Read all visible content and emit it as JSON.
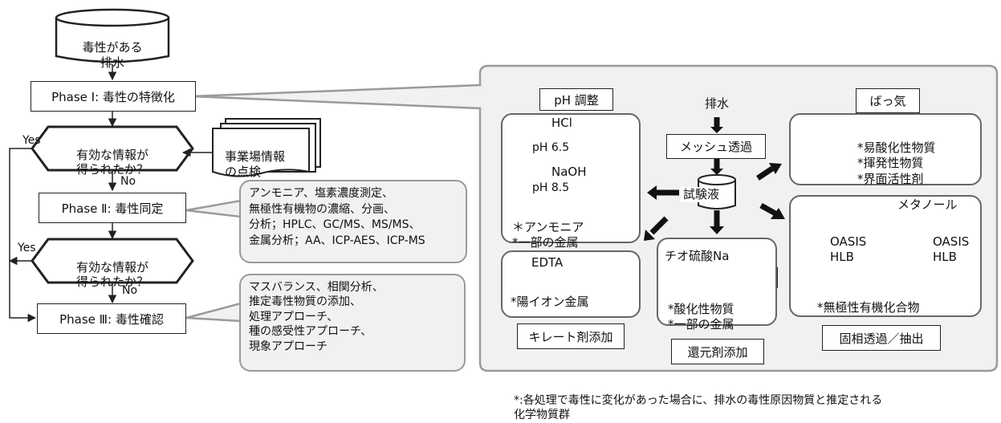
{
  "flow": {
    "source": "毒性がある\n排水",
    "phase1": "Phase Ⅰ: 毒性の特徴化",
    "decision1": "有効な情報が\n得られたか？",
    "decision2": "有効な情報が\n得られたか？",
    "phase2": "Phase Ⅱ: 毒性同定",
    "phase3": "Phase Ⅲ: 毒性確認",
    "yes": "Yes",
    "no": "No",
    "site_info": "事業場情報\nの点検"
  },
  "callouts": {
    "phase2_detail": "アンモニア、塩素濃度測定、\n無極性有機物の濃縮、分画、\n分析；HPLC、GC/MS、MS/MS、\n金属分析；AA、ICP-AES、ICP-MS",
    "phase3_detail": "マスバランス、相関分析、\n推定毒性物質の添加、\n処理アプローチ、\n種の感受性アプローチ、\n現象アプローチ"
  },
  "panel": {
    "ph_title": "pH 調整",
    "hcl": "HCl",
    "ph65": "pH 6.5",
    "naoh": "NaOH",
    "ph85": "pH 8.5",
    "ph_targets": "＊アンモニア\n*一部の金属",
    "effluent": "排水",
    "mesh": "メッシュ透過",
    "test_liquid": "試験液",
    "aeration_title": "ばっ気",
    "aeration_targets": "*易酸化性物質\n*揮発性物質\n*界面活性剤",
    "edta": "EDTA",
    "edta_target": "*陽イオン金属",
    "chelate_label": "キレート剤添加",
    "thio": "チオ硫酸Na",
    "thio_targets": "*酸化性物質\n*一部の金属",
    "reduct_label": "還元剤添加",
    "methanol": "メタノール",
    "oasis1": "OASIS\nHLB",
    "oasis2": "OASIS\nHLB",
    "spe_target": "*無極性有機化合物",
    "spe_label": "固相透過／抽出"
  },
  "footnote": "*:各処理で毒性に変化があった場合に、排水の毒性原因物質と推定される\n化学物質群"
}
